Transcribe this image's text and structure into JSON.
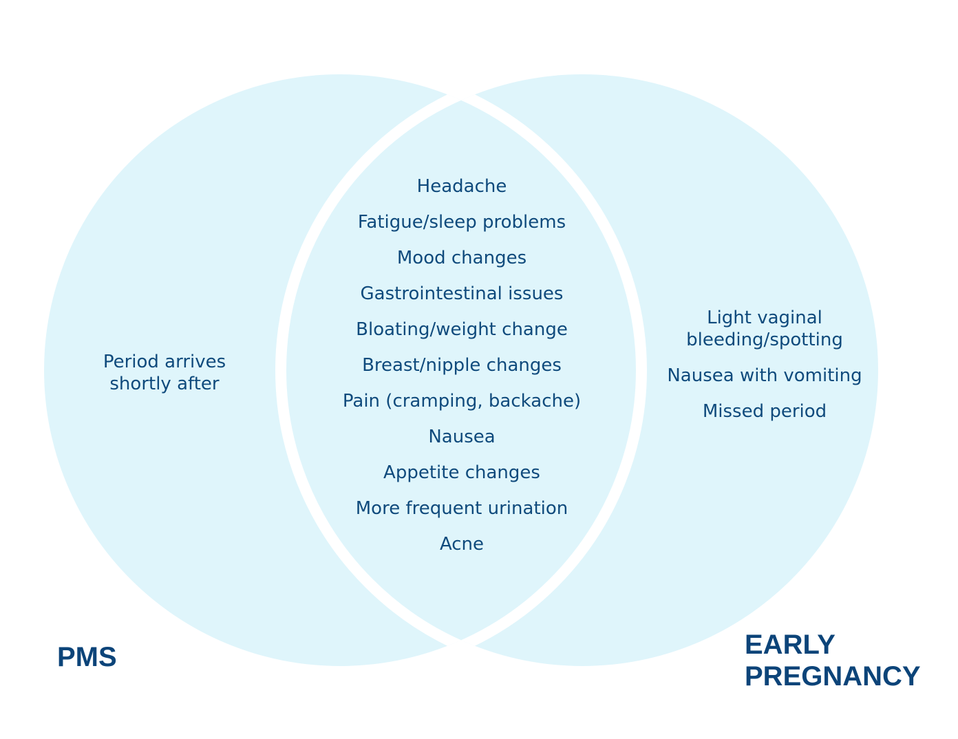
{
  "colors": {
    "circle_fill": "#dff5fb",
    "separator": "#ffffff",
    "text": "#0f4a7c",
    "label": "#0c4479",
    "background": "#ffffff"
  },
  "venn": {
    "left": {
      "label": [
        "PMS"
      ],
      "items": [
        [
          "Period arrives",
          "shortly after"
        ]
      ]
    },
    "overlap": {
      "items": [
        [
          "Headache"
        ],
        [
          "Fatigue/sleep problems"
        ],
        [
          "Mood changes"
        ],
        [
          "Gastrointestinal issues"
        ],
        [
          "Bloating/weight change"
        ],
        [
          "Breast/nipple changes"
        ],
        [
          "Pain (cramping, backache)"
        ],
        [
          "Nausea"
        ],
        [
          "Appetite changes"
        ],
        [
          "More frequent urination"
        ],
        [
          "Acne"
        ]
      ]
    },
    "right": {
      "label": [
        "EARLY",
        "PREGNANCY"
      ],
      "items": [
        [
          "Light vaginal",
          "bleeding/spotting"
        ],
        [
          "Nausea with vomiting"
        ],
        [
          "Missed period"
        ]
      ]
    }
  }
}
